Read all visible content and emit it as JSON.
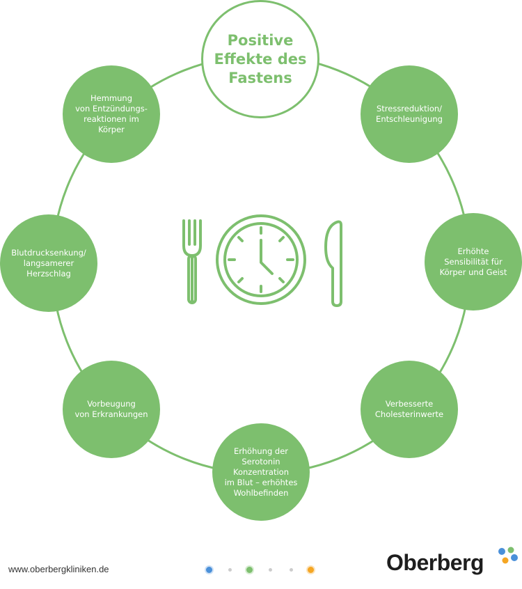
{
  "title": "Positive\nEffekte des\nFastens",
  "nodes": [
    {
      "label": "Stressreduktion/\nEntschleunigung"
    },
    {
      "label": "Erhöhte\nSensibilität für\nKörper und Geist"
    },
    {
      "label": "Verbesserte\nCholesterinwerte"
    },
    {
      "label": "Erhöhung der\nSerotonin\nKonzentration\nim Blut – erhöhtes\nWohlbefinden"
    },
    {
      "label": "Vorbeugung\nvon Erkrankungen"
    },
    {
      "label": "Blutdrucksenkung/\nlangsamerer\nHerzschlag"
    },
    {
      "label": "Hemmung\nvon Entzündungs-\nreaktionen im\nKörper"
    }
  ],
  "footer": {
    "url": "www.oberbergkliniken.de",
    "brand": "Oberberg"
  },
  "colors": {
    "green": "#7dbf6e",
    "dot_blue": "#4a90d9",
    "dot_green": "#7dbf6e",
    "dot_orange": "#f5a623",
    "dot_gray": "#cccccc"
  },
  "icons": [
    "fork-icon",
    "clock-icon",
    "knife-icon",
    "oberberg-logo-mark-icon"
  ]
}
